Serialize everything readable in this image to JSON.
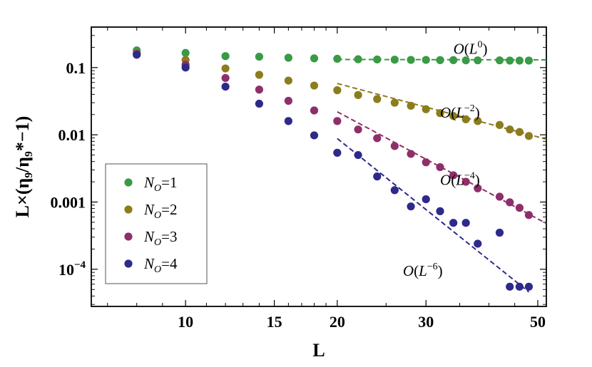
{
  "chart_data": {
    "type": "scatter",
    "title": "",
    "xlabel": "L",
    "ylabel": "L×(η₉/η₉*−1)",
    "xscale": "log",
    "yscale": "log",
    "xlim": [
      6.5,
      52
    ],
    "ylim": [
      2.8e-05,
      0.4
    ],
    "grid": false,
    "legend_position": "lower-left",
    "x_ticks": [
      {
        "value": 10,
        "label": "10"
      },
      {
        "value": 15,
        "label": "15"
      },
      {
        "value": 20,
        "label": "20"
      },
      {
        "value": 30,
        "label": "30"
      },
      {
        "value": 50,
        "label": "50"
      }
    ],
    "y_ticks": [
      {
        "value": 0.1,
        "label": "0.1"
      },
      {
        "value": 0.01,
        "label": "0.01"
      },
      {
        "value": 0.001,
        "label": "0.001"
      },
      {
        "value": 0.0001,
        "label": "10",
        "exp": "−4"
      }
    ],
    "series": [
      {
        "name": "N_O=1",
        "legend_main": "N",
        "legend_sub": "O",
        "legend_rest": "=1",
        "color": "#3a9a46",
        "x": [
          8,
          10,
          12,
          14,
          16,
          18,
          20,
          22,
          24,
          26,
          28,
          30,
          32,
          34,
          36,
          38,
          42,
          44,
          46,
          48
        ],
        "y": [
          0.18,
          0.165,
          0.148,
          0.145,
          0.14,
          0.137,
          0.135,
          0.133,
          0.132,
          0.131,
          0.13,
          0.13,
          0.129,
          0.129,
          0.128,
          0.128,
          0.128,
          0.127,
          0.127,
          0.127
        ]
      },
      {
        "name": "N_O=2",
        "legend_main": "N",
        "legend_sub": "O",
        "legend_rest": "=2",
        "color": "#8b7d1e",
        "x": [
          8,
          10,
          12,
          14,
          16,
          18,
          20,
          22,
          24,
          26,
          28,
          30,
          32,
          34,
          36,
          38,
          42,
          44,
          46,
          48
        ],
        "y": [
          0.165,
          0.13,
          0.097,
          0.078,
          0.064,
          0.054,
          0.046,
          0.039,
          0.034,
          0.03,
          0.027,
          0.024,
          0.021,
          0.019,
          0.017,
          0.016,
          0.014,
          0.012,
          0.011,
          0.0096
        ]
      },
      {
        "name": "N_O=3",
        "legend_main": "N",
        "legend_sub": "O",
        "legend_rest": "=3",
        "color": "#8e2f6a",
        "x": [
          8,
          10,
          12,
          14,
          16,
          18,
          20,
          22,
          24,
          26,
          28,
          30,
          32,
          34,
          36,
          38,
          42,
          44,
          46,
          48
        ],
        "y": [
          0.16,
          0.11,
          0.07,
          0.047,
          0.032,
          0.023,
          0.016,
          0.012,
          0.0089,
          0.0068,
          0.0052,
          0.0039,
          0.0033,
          0.0025,
          0.002,
          0.0016,
          0.0012,
          0.00099,
          0.00082,
          0.00064
        ]
      },
      {
        "name": "N_O=4",
        "legend_main": "N",
        "legend_sub": "O",
        "legend_rest": "=4",
        "color": "#2e2a8a",
        "x": [
          8,
          10,
          12,
          14,
          16,
          18,
          20,
          22,
          24,
          26,
          28,
          30,
          32,
          34,
          36,
          38,
          42,
          44,
          46,
          48
        ],
        "y": [
          0.155,
          0.1,
          0.052,
          0.029,
          0.016,
          0.0098,
          0.0054,
          0.005,
          0.0024,
          0.0015,
          0.00086,
          0.0011,
          0.00073,
          0.00049,
          0.00049,
          0.00024,
          0.00035,
          5.5e-05,
          5.5e-05,
          5.5e-05
        ]
      }
    ],
    "fit_lines": [
      {
        "series": "N_O=1",
        "color": "#3a9a46",
        "x": [
          20,
          52
        ],
        "y": [
          0.132,
          0.13
        ]
      },
      {
        "series": "N_O=2",
        "color": "#8b7d1e",
        "x": [
          20,
          52
        ],
        "y": [
          0.058,
          0.0086
        ]
      },
      {
        "series": "N_O=3",
        "color": "#8e2f6a",
        "x": [
          20,
          52
        ],
        "y": [
          0.022,
          0.00048
        ]
      },
      {
        "series": "N_O=4",
        "color": "#2e2a8a",
        "x": [
          20,
          48
        ],
        "y": [
          0.0088,
          4.6e-05
        ]
      }
    ],
    "annotations": [
      {
        "label": "O",
        "power": "0",
        "x": 34,
        "y": 0.16
      },
      {
        "label": "O",
        "power": "−2",
        "x": 32,
        "y": 0.018
      },
      {
        "label": "O",
        "power": "−4",
        "x": 32,
        "y": 0.0018
      },
      {
        "label": "O",
        "power": "−6",
        "x": 27,
        "y": 8e-05
      }
    ]
  }
}
